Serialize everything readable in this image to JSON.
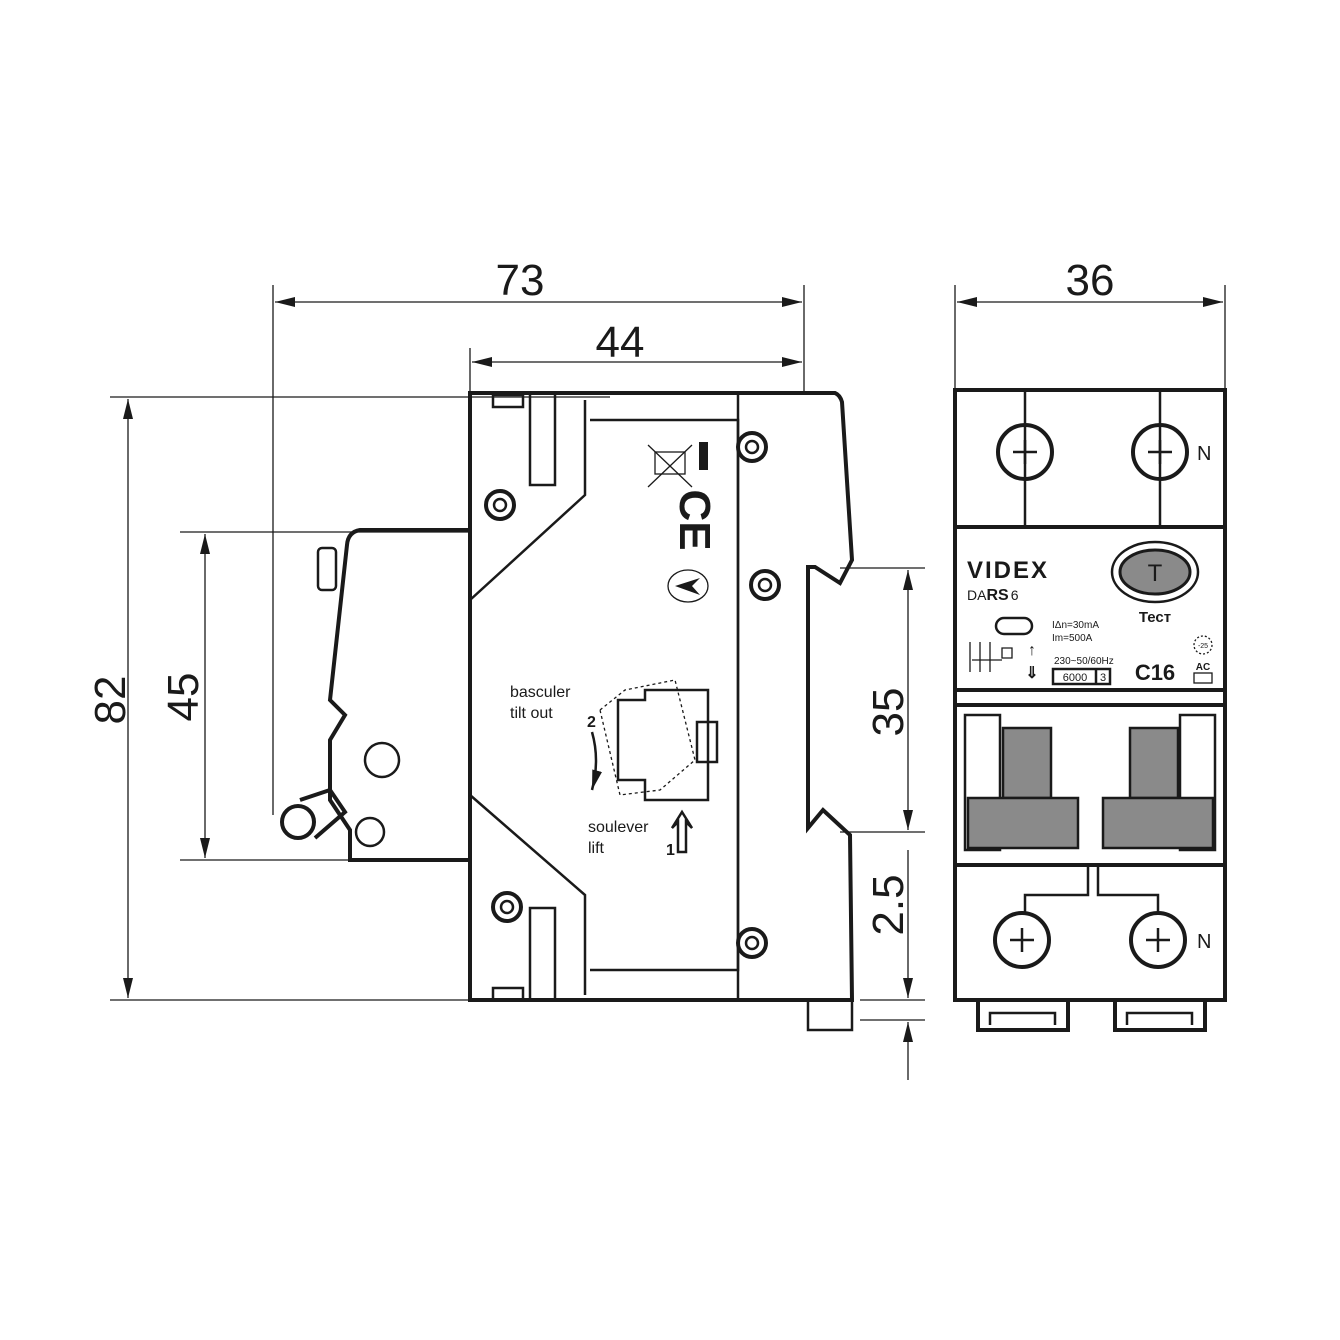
{
  "dimensions": {
    "overall_depth": "73",
    "body_depth": "44",
    "width": "36",
    "height": "82",
    "front_height": "45",
    "din_rail": "35",
    "rail_thickness": "2.5"
  },
  "side_view": {
    "tilt_label_fr": "basculer",
    "tilt_label_en": "tilt out",
    "step_2": "2",
    "lift_label_fr": "soulever",
    "lift_label_en": "lift",
    "step_1": "1",
    "mark_ce": "CE"
  },
  "front_panel": {
    "brand": "VIDEX",
    "model_prefix": "DA",
    "model_mid": "RS",
    "model_suffix": "6",
    "test_button": "T",
    "test_label": "Тест",
    "residual_current": "IΔn=30mA",
    "magnetic_current": "Im=500A",
    "voltage": "230~50/60Hz",
    "breaking_capacity": "6000",
    "class": "3",
    "rating": "C16",
    "temp": "-25",
    "type": "AC",
    "neutral_top": "N",
    "neutral_bottom": "N"
  },
  "colors": {
    "line": "#1a1a1a",
    "gray": "#8a8a8a"
  }
}
